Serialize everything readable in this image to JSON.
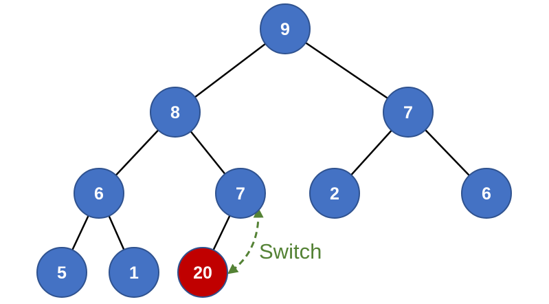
{
  "colors": {
    "node_fill": "#4472c4",
    "highlight_fill": "#c00000",
    "edge": "#000000",
    "annotation": "#548235"
  },
  "nodes": [
    {
      "id": "n-root",
      "label": "9",
      "highlight": false
    },
    {
      "id": "n-l",
      "label": "8",
      "highlight": false
    },
    {
      "id": "n-r",
      "label": "7",
      "highlight": false
    },
    {
      "id": "n-ll",
      "label": "6",
      "highlight": false
    },
    {
      "id": "n-lr",
      "label": "7",
      "highlight": false
    },
    {
      "id": "n-rl",
      "label": "2",
      "highlight": false
    },
    {
      "id": "n-rr",
      "label": "6",
      "highlight": false
    },
    {
      "id": "n-lll",
      "label": "5",
      "highlight": false
    },
    {
      "id": "n-llr",
      "label": "1",
      "highlight": false
    },
    {
      "id": "n-lrl",
      "label": "20",
      "highlight": true
    }
  ],
  "edges": [
    [
      "n-root",
      "n-l"
    ],
    [
      "n-root",
      "n-r"
    ],
    [
      "n-l",
      "n-ll"
    ],
    [
      "n-l",
      "n-lr"
    ],
    [
      "n-r",
      "n-rl"
    ],
    [
      "n-r",
      "n-rr"
    ],
    [
      "n-ll",
      "n-lll"
    ],
    [
      "n-ll",
      "n-llr"
    ],
    [
      "n-lr",
      "n-lrl"
    ]
  ],
  "annotation": {
    "text": "Switch",
    "from": "n-lrl",
    "to": "n-lr"
  }
}
